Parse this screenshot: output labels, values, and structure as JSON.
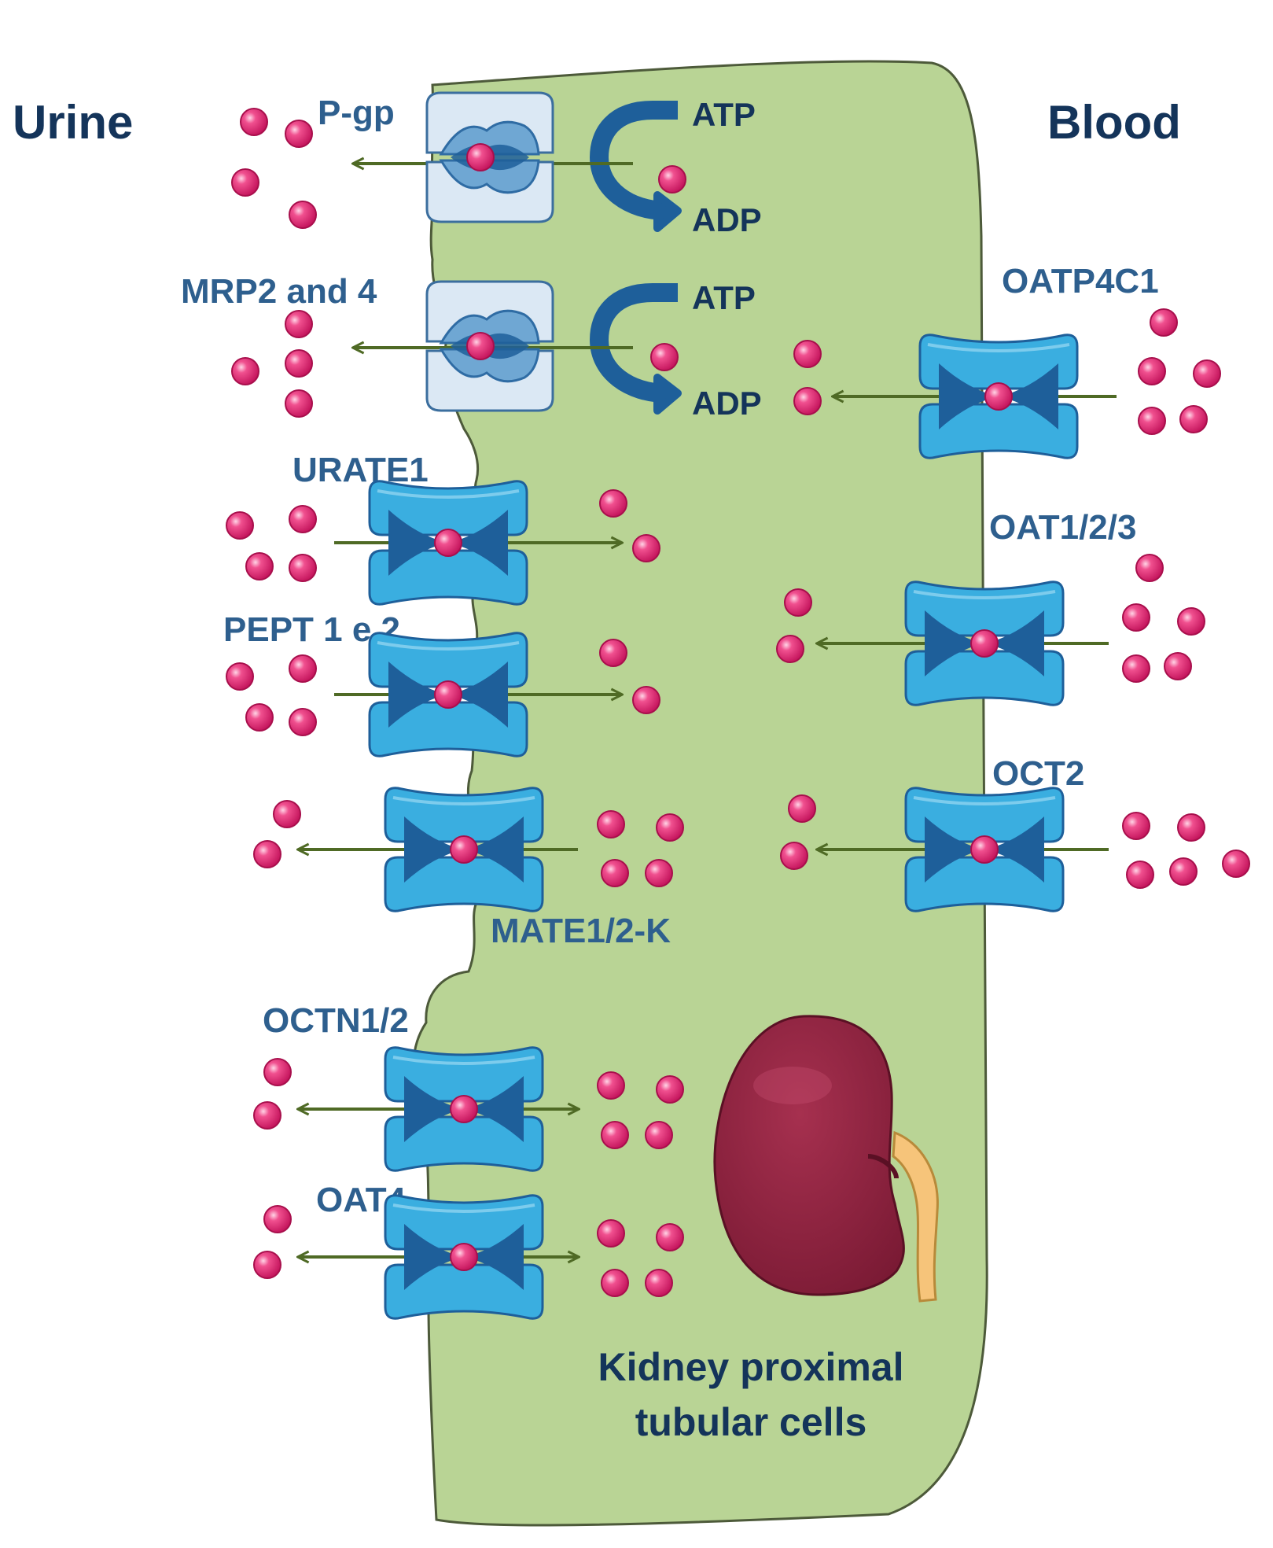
{
  "sides": {
    "left": "Urine",
    "right": "Blood"
  },
  "cell_label": {
    "line1": "Kidney proximal",
    "line2": "tubular cells"
  },
  "energy": {
    "atp": "ATP",
    "adp": "ADP"
  },
  "transporters": {
    "pgp": "P-gp",
    "mrp": "MRP2 and 4",
    "urate1": "URATE1",
    "pept": "PEPT 1 e 2",
    "mate": "MATE1/2-K",
    "octn": "OCTN1/2",
    "oat4": "OAT4",
    "oatp4c1": "OATP4C1",
    "oat123": "OAT1/2/3",
    "oct2": "OCT2"
  },
  "colors": {
    "cell_fill": "#b9d495",
    "cell_stroke": "#4d5a3a",
    "label_blue": "#2e5f8e",
    "title_navy": "#14345a",
    "channel_blue": "#3aaee0",
    "channel_dark": "#1e5f9a",
    "abc_light": "#dbe8f4",
    "molecule": "#e2226f",
    "arrow_green": "#4f6a25",
    "kidney": "#8a1e3c",
    "ureter": "#f6c47a"
  },
  "icons": [
    "slc-transporter-icon",
    "abc-transporter-icon",
    "molecule-icon",
    "kidney-icon",
    "atp-arrow-icon"
  ]
}
